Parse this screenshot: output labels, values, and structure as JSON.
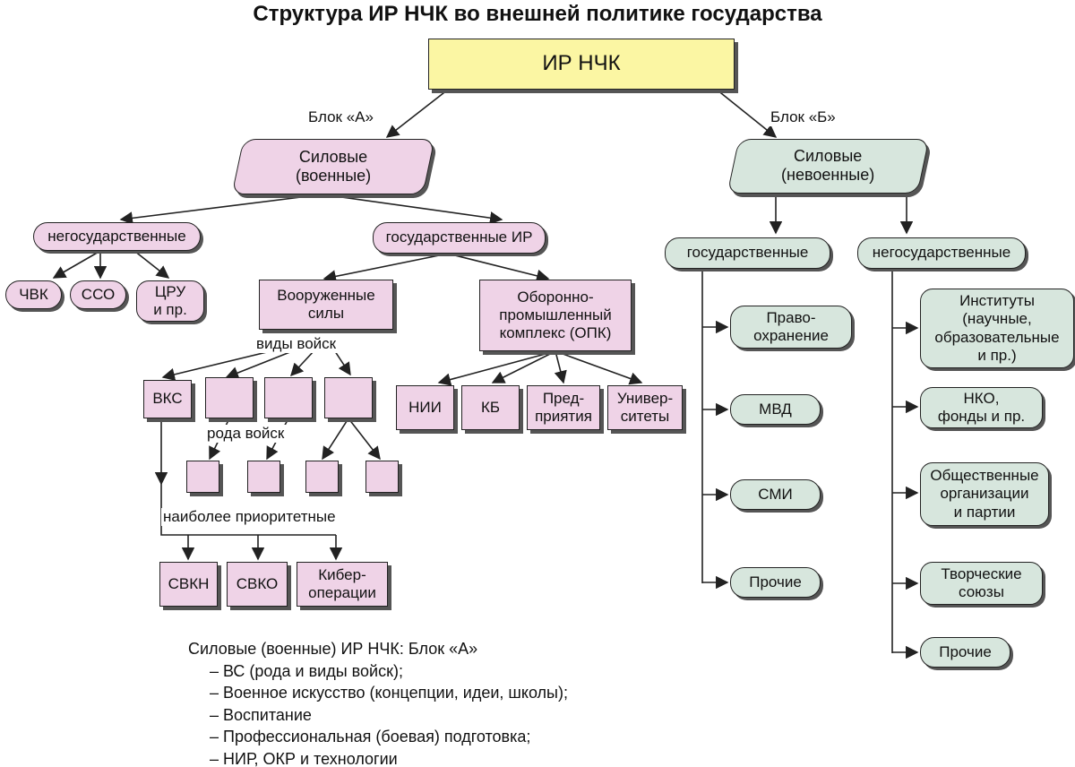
{
  "title": "Структура ИР НЧК во внешней политике государства",
  "root": "ИР НЧК",
  "labels": {
    "block_a": "Блок «А»",
    "block_b": "Блок «Б»",
    "vidy": "виды войск",
    "roda": "рода войск",
    "prior": "наиболее приоритетные"
  },
  "block_a": {
    "title": "Силовые\n(военные)",
    "nongov": {
      "label": "негосударственные",
      "items": [
        "ЧВК",
        "ССО",
        "ЦРУ\nи пр."
      ]
    },
    "gov": {
      "label": "государственные ИР",
      "armed_forces": "Вооруженные\nсилы",
      "opk": {
        "label": "Оборонно-\nпромышленный\nкомплекс (ОПК)",
        "items": [
          "НИИ",
          "КБ",
          "Пред-\nприятия",
          "Универ-\nситеты"
        ]
      },
      "vks": "ВКС",
      "priority": [
        "СВКН",
        "СВКО",
        "Кибер-\nоперации"
      ]
    }
  },
  "block_b": {
    "title": "Силовые\n(невоенные)",
    "gov": {
      "label": "государственные",
      "items": [
        "Право-\nохранение",
        "МВД",
        "СМИ",
        "Прочие"
      ]
    },
    "nongov": {
      "label": "негосударственные",
      "items": [
        "Институты\n(научные,\nобразовательные\nи пр.)",
        "НКО,\nфонды и пр.",
        "Общественные\nорганизации\nи партии",
        "Творческие\nсоюзы",
        "Прочие"
      ]
    }
  },
  "notes": {
    "heading": "Силовые (военные) ИР НЧК: Блок «А»",
    "items": [
      "– ВС (рода и виды войск);",
      "– Военное искусство (концепции, идеи, школы);",
      "– Воспитание",
      "– Профессиональная (боевая) подготовка;",
      "– НИР, ОКР и технологии"
    ]
  },
  "colors": {
    "pink": "#efd3e7",
    "green": "#d7e6dd",
    "yellow": "#fbf6a3",
    "line": "#222222"
  }
}
